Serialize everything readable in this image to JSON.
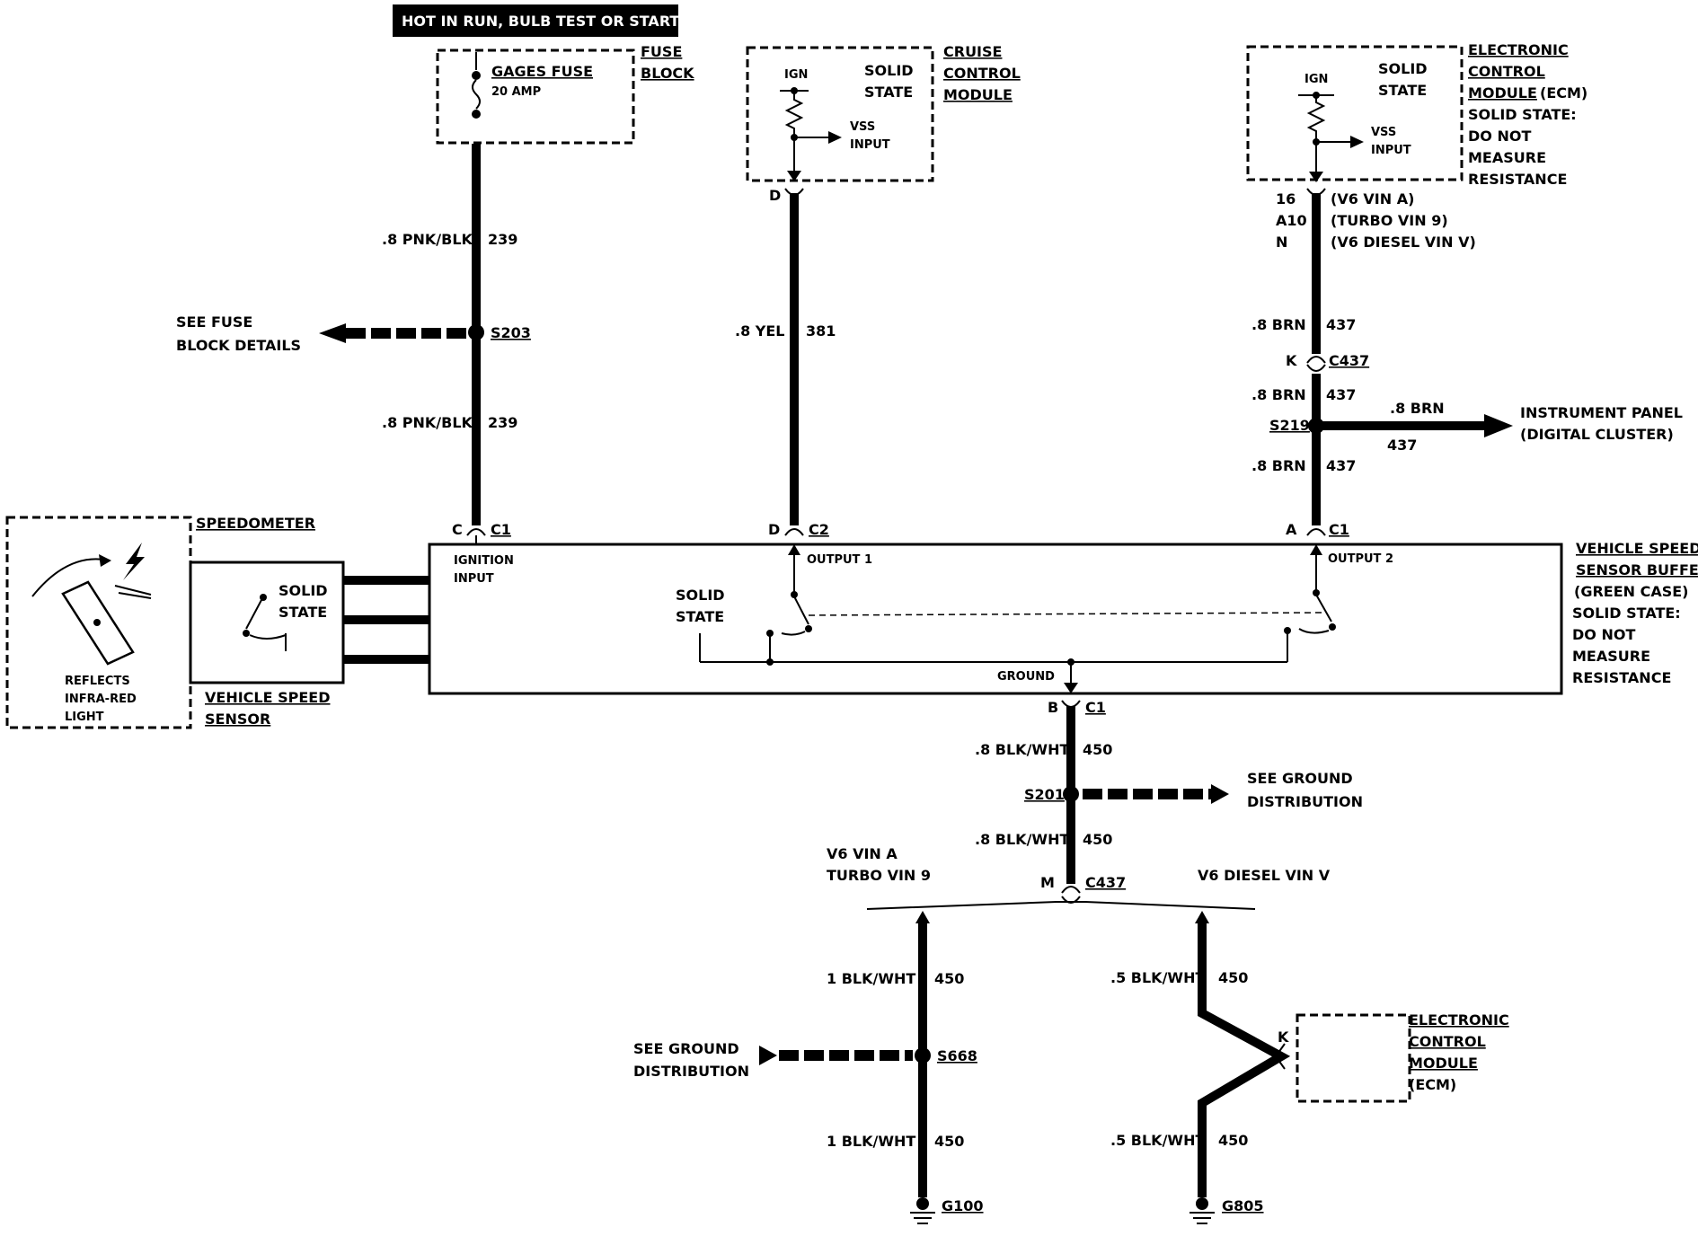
{
  "power": {
    "hot_label": "HOT IN RUN, BULB TEST OR START"
  },
  "fuse_block": {
    "fuse_name": "GAGES FUSE",
    "fuse_rating": "20 AMP",
    "label_line1": "FUSE",
    "label_line2": "BLOCK"
  },
  "cruise": {
    "ign": "IGN",
    "solid": "SOLID",
    "state": "STATE",
    "vss": "VSS",
    "input": "INPUT",
    "label1": "CRUISE",
    "label2": "CONTROL",
    "label3": "MODULE",
    "pin": "D"
  },
  "ecm_top": {
    "ign": "IGN",
    "solid": "SOLID",
    "state": "STATE",
    "vss": "VSS",
    "input": "INPUT",
    "label1": "ELECTRONIC",
    "label2": "CONTROL",
    "label3": "MODULE",
    "label3b": "(ECM)",
    "label4": "SOLID STATE:",
    "label5": "DO NOT",
    "label6": "MEASURE",
    "label7": "RESISTANCE",
    "pin1": "16",
    "pin2": "A10",
    "pin3": "N",
    "var1": "(V6 VIN A)",
    "var2": "(TURBO VIN 9)",
    "var3": "(V6 DIESEL VIN V)"
  },
  "wires": {
    "w1_color": ".8 PNK/BLK",
    "w1_num": "239",
    "w2_color": ".8 PNK/BLK",
    "w2_num": "239",
    "w3_color": ".8 YEL",
    "w3_num": "381",
    "w4_color": ".8 BRN",
    "w4_num": "437",
    "w5_color": ".8 BRN",
    "w5_num": "437",
    "w6_color": ".8 BRN",
    "w6_num": "437",
    "w7_color": ".8 BRN",
    "w7_num": "437",
    "w8_color": ".8 BLK/WHT",
    "w8_num": "450",
    "w9_color": ".8 BLK/WHT",
    "w9_num": "450",
    "w10_color": "1 BLK/WHT",
    "w10_num": "450",
    "w11_color": "1 BLK/WHT",
    "w11_num": "450",
    "w12_color": ".5 BLK/WHT",
    "w12_num": "450",
    "w13_color": ".5 BLK/WHT",
    "w13_num": "450"
  },
  "splices": {
    "s203": "S203",
    "s219": "S219",
    "s201": "S201",
    "s668": "S668"
  },
  "connectors": {
    "c437": "C437",
    "c437b": "C437",
    "k": "K",
    "m": "M",
    "c1_a": "C1",
    "c_pin": "C",
    "c2": "C2",
    "d_pin": "D",
    "c1_b": "C1",
    "a_pin": "A",
    "c1_c": "C1",
    "b_pin": "B"
  },
  "refs": {
    "fuse_details1": "SEE FUSE",
    "fuse_details2": "BLOCK DETAILS",
    "ground1_1": "SEE GROUND",
    "ground1_2": "DISTRIBUTION",
    "ground2_1": "SEE GROUND",
    "ground2_2": "DISTRIBUTION",
    "ip1": "INSTRUMENT PANEL",
    "ip2": "(DIGITAL CLUSTER)"
  },
  "buffer": {
    "label1": "VEHICLE SPEED",
    "label2": "SENSOR BUFFER",
    "label3": "(GREEN CASE)",
    "label4": "SOLID STATE:",
    "label5": "DO NOT",
    "label6": "MEASURE",
    "label7": "RESISTANCE",
    "ign1": "IGNITION",
    "ign2": "INPUT",
    "out1": "OUTPUT 1",
    "out2": "OUTPUT 2",
    "solid": "SOLID",
    "state": "STATE",
    "ground": "GROUND"
  },
  "speedo": {
    "label": "SPEEDOMETER",
    "reflects1": "REFLECTS",
    "reflects2": "INFRA-RED",
    "reflects3": "LIGHT",
    "vss_solid": "SOLID",
    "vss_state": "STATE",
    "vss_label1": "VEHICLE SPEED",
    "vss_label2": "SENSOR"
  },
  "variants": {
    "left1": "V6 VIN A",
    "left2": "TURBO VIN 9",
    "right": "V6 DIESEL VIN V"
  },
  "ecm_bottom": {
    "label1": "ELECTRONIC",
    "label2": "CONTROL",
    "label3": "MODULE",
    "label4": "(ECM)",
    "pin": "K"
  },
  "grounds": {
    "g100": "G100",
    "g805": "G805"
  }
}
